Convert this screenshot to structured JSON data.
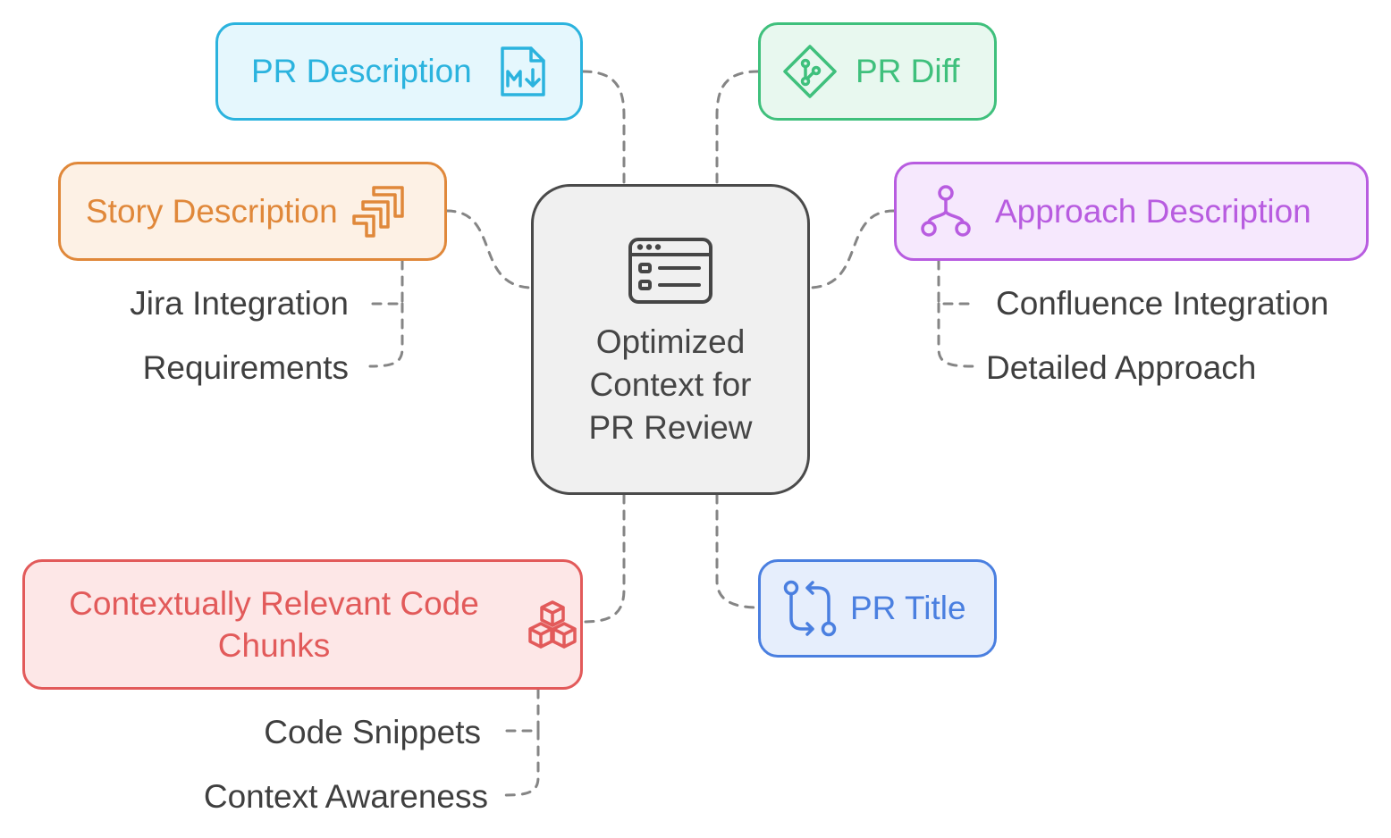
{
  "center": {
    "title": "Optimized\nContext for\nPR Review",
    "icon": "browser-window-icon"
  },
  "nodes": {
    "pr_description": {
      "label": "PR Description",
      "icon": "markdown-file-icon",
      "color": "#2BB3DE",
      "fill": "#E5F7FD"
    },
    "pr_diff": {
      "label": "PR Diff",
      "icon": "git-diff-icon",
      "color": "#3FC07C",
      "fill": "#E8F8EF"
    },
    "story_description": {
      "label": "Story Description",
      "icon": "jira-logo-icon",
      "color": "#E0883A",
      "fill": "#FDF1E5"
    },
    "approach_description": {
      "label": "Approach Description",
      "icon": "branch-hierarchy-icon",
      "color": "#B85CE0",
      "fill": "#F6E8FD"
    },
    "code_chunks": {
      "label": "Contextually Relevant Code Chunks",
      "icon": "stacked-cubes-icon",
      "color": "#E25A5A",
      "fill": "#FDE7E7"
    },
    "pr_title": {
      "label": "PR Title",
      "icon": "pull-request-icon",
      "color": "#4A7FE0",
      "fill": "#E6EEFC"
    }
  },
  "subitems": {
    "story": [
      "Jira Integration",
      "Requirements"
    ],
    "approach": [
      "Confluence Integration",
      "Detailed Approach"
    ],
    "code": [
      "Code Snippets",
      "Context Awareness"
    ]
  }
}
